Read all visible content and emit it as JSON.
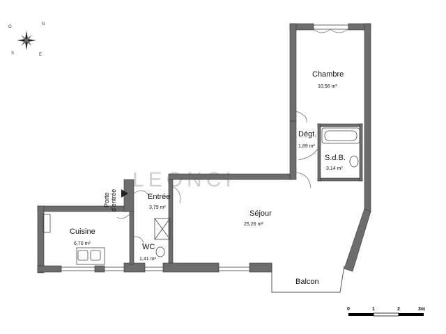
{
  "watermark": "LEONCI",
  "compass": {
    "north": "N",
    "east": "E",
    "south": "S",
    "west": "O"
  },
  "rooms": [
    {
      "key": "chambre",
      "name": "Chambre",
      "area": "10,56 m²"
    },
    {
      "key": "degt",
      "name": "Dégt.",
      "area": "1,89 m²"
    },
    {
      "key": "sdb",
      "name": "S.d.B.",
      "area": "3,14 m²"
    },
    {
      "key": "entree",
      "name": "Entrée",
      "area": "3,79 m²"
    },
    {
      "key": "sejour",
      "name": "Séjour",
      "area": "25,26 m²"
    },
    {
      "key": "cuisine",
      "name": "Cuisine",
      "area": "6,70 m²"
    },
    {
      "key": "wc",
      "name": "WC",
      "area": "1,41 m²"
    },
    {
      "key": "balcon",
      "name": "Balcon",
      "area": ""
    }
  ],
  "entrance": {
    "line1": "Porte",
    "line2": "d'entrée"
  },
  "scale": {
    "labels": [
      "0",
      "1",
      "2",
      "3m"
    ]
  }
}
